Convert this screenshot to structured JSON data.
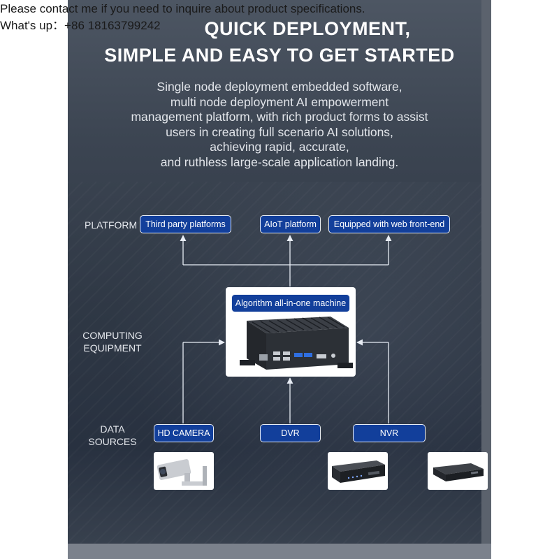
{
  "overlay": {
    "line1": "Please contact me if you need to inquire about product specifications.",
    "line2": "What's up：+86 18163799242"
  },
  "title": {
    "line1": "QUICK DEPLOYMENT,",
    "line2": "SIMPLE AND EASY TO GET STARTED"
  },
  "description": [
    "Single node deployment embedded software,",
    "multi node deployment AI empowerment",
    "management platform, with rich product forms to assist",
    "users in creating full scenario AI solutions,",
    "achieving rapid, accurate,",
    "and ruthless large-scale application landing."
  ],
  "diagram": {
    "platform_label": "PLATFORM",
    "computing_label": [
      "COMPUTING",
      "EQUIPMENT"
    ],
    "data_label": [
      "DATA",
      "SOURCES"
    ],
    "platforms": [
      "Third party platforms",
      "AIoT platform",
      "Equipped with web front-end"
    ],
    "machine": "Algorithm all-in-one machine",
    "sources": [
      "HD CAMERA",
      "DVR",
      "NVR"
    ]
  },
  "colors": {
    "box_fill": "#123f9b",
    "box_border": "#e8edf5",
    "background": "#2f3845"
  },
  "icons": [
    "hd-camera-icon",
    "dvr-device-icon",
    "nvr-device-icon",
    "fanless-computer-icon"
  ]
}
